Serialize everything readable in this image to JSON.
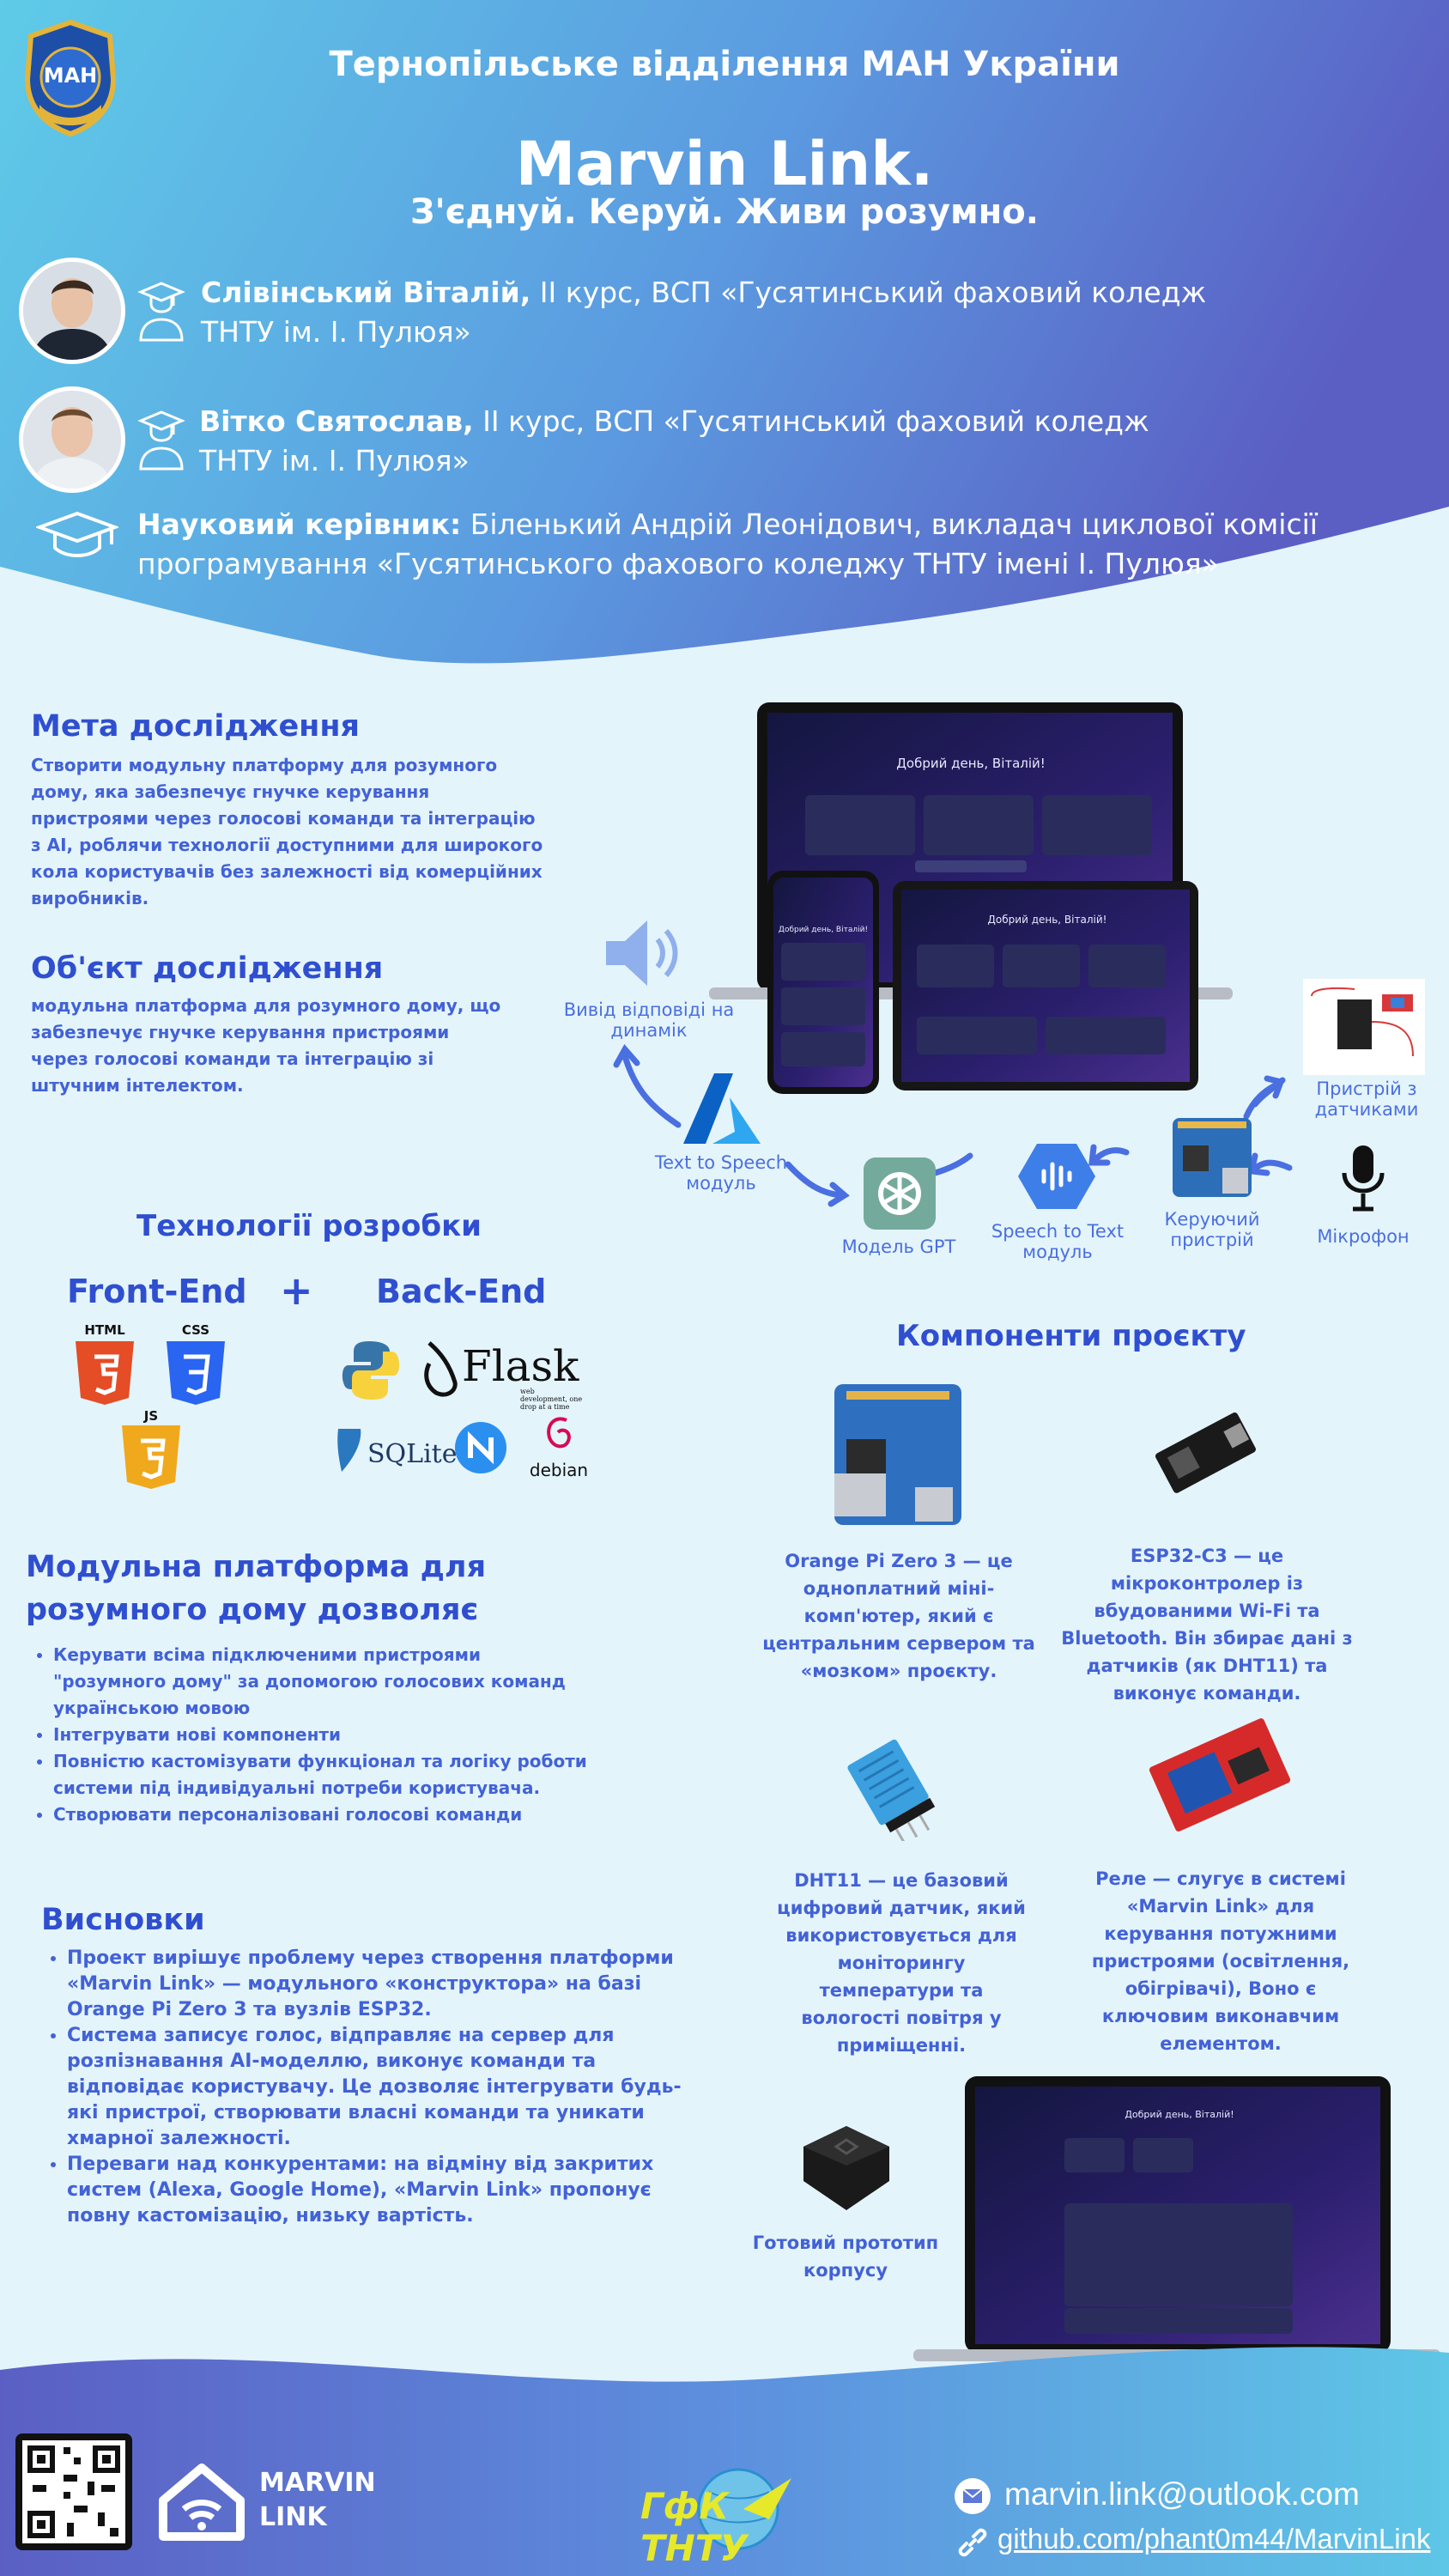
{
  "header": {
    "org": "Тернопільське відділення МАН України",
    "title": "Marvin Link.",
    "slogan": "З'єднуй. Керуй. Живи розумно.",
    "logo_text": "МАН",
    "authors": [
      {
        "name": "Слівінський Віталій,",
        "info_line1": "ІІ курс,  ВСП «Гусятинський фаховий коледж",
        "info_line2": "ТНТУ ім. І. Пулюя»"
      },
      {
        "name": "Вітко Святослав,",
        "info_line1": "ІІ курс,  ВСП «Гусятинський фаховий коледж",
        "info_line2": "ТНТУ ім. І. Пулюя»"
      }
    ],
    "supervisor": {
      "label": "Науковий керівник:",
      "line1": "Біленький Андрій Леонідович, викладач циклової комісії",
      "line2": "програмування «Гусятинського фахового коледжу ТНТУ імені І. Пулюя»"
    }
  },
  "goal": {
    "title": "Мета дослідження",
    "text": "Створити модульну платформу для розумного дому, яка забезпечує гнучке керування пристроями через голосові команди та інтеграцію з AI, роблячи технології доступними для широкого кола користувачів без залежності від комерційних виробників."
  },
  "object": {
    "title": "Об'єкт дослідження",
    "text": "модульна платформа для розумного дому, що забезпечує гнучке керування пристроями через голосові команди та інтеграцію зі штучним інтелектом."
  },
  "diagram": {
    "speaker": "Вивід відповіді на динамік",
    "tts": "Text to Speech модуль",
    "gpt": "Модель GPT",
    "stt": "Speech to Text модуль",
    "controller": "Керуючий пристрій",
    "mic": "Мікрофон",
    "sensor_device": "Пристрій з датчиками",
    "screen_greeting": "Добрий день, Віталій!"
  },
  "tech": {
    "title": "Технології розробки",
    "frontend": "Front-End",
    "plus": "+",
    "backend": "Back-End",
    "html": "HTML",
    "css": "CSS",
    "js": "JS",
    "flask": "Flask",
    "flask_sub": "web development, one drop at a time",
    "sqlite": "SQLite",
    "debian": "debian"
  },
  "platform": {
    "title_line1": "Модульна платформа для",
    "title_line2": "розумного дому дозволяє",
    "items": [
      "Керувати всіма підключеними пристроями \"розумного дому\" за допомогою голосових команд українською мовою",
      "Інтегрувати нові компоненти",
      "Повністю кастомізувати функціонал та логіку роботи системи під індивідуальні потреби користувача.",
      "Створювати персоналізовані голосові команди"
    ]
  },
  "components": {
    "title": "Компоненти проєкту",
    "orange_pi": "Orange Pi Zero 3 — це одноплатний міні-комп'ютер, який є центральним сервером та «мозком» проєкту.",
    "esp32": "ESP32-C3 — це мікроконтролер із вбудованими Wi-Fi та Bluetooth. Він збирає дані з датчиків (як DHT11) та виконує команди.",
    "dht11": "DHT11 — це базовий цифровий датчик, який використовується для моніторингу температури та вологості повітря у приміщенні.",
    "relay": "Реле — слугує в системі «Marvin Link» для керування потужними пристроями (освітлення, обігрівачі), Воно є ключовим виконавчим елементом.",
    "prototype": "Готовий прототип корпусу"
  },
  "conclusions": {
    "title": "Висновки",
    "items": [
      "Проект вирішує проблему через створення платформи «Marvin Link» — модульного «конструктора» на базі Orange Pi Zero 3 та вузлів ESP32.",
      "Система записує голос, відправляє на сервер для розпізнавання AI-моделлю, виконує команди та відповідає користувачу. Це дозволяє інтегрувати будь-які пристрої, створювати власні команди та уникати хмарної залежності.",
      "Переваги над конкурентами: на відміну від закритих систем (Alexa, Google Home), «Marvin Link» пропонує повну кастомізацію, низьку вартість."
    ]
  },
  "footer": {
    "brand_line1": "MARVIN",
    "brand_line2": "LINK",
    "college_logo": "ГфК ТНТУ",
    "email": "marvin.link@outlook.com",
    "github": "github.com/phant0m44/MarvinLink"
  },
  "colors": {
    "primary": "#2f4fd0",
    "header_left": "#5ec6e6",
    "header_right": "#5a64c6",
    "background": "#e4f4fb"
  }
}
